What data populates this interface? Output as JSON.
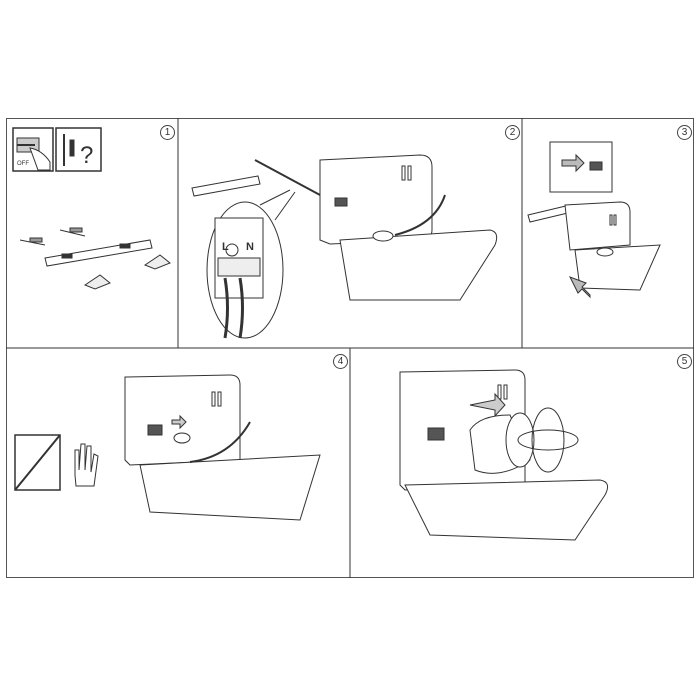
{
  "steps": [
    "1",
    "2",
    "3",
    "4",
    "5"
  ],
  "step1": {
    "switch_label": "OFF",
    "question_mark": "?"
  },
  "step2": {
    "terminal_labels": [
      "L",
      "N"
    ]
  }
}
